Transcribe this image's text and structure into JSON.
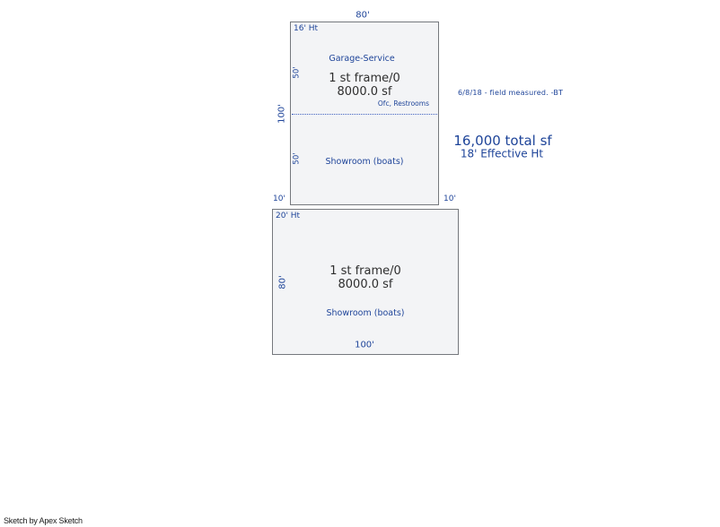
{
  "colors": {
    "accent_blue": "#1e4499",
    "text_dark": "#2e2e2e",
    "shape_fill": "#f3f4f6",
    "shape_border": "#75787d",
    "dashed_line_blue": "#4061c0"
  },
  "upper_building": {
    "top_width": "80'",
    "left_height": "100'",
    "wall_height_note": "16' Ht",
    "upper_area_use": "Garage-Service",
    "story_label": "1 st frame/0",
    "area_label": "8000.0 sf",
    "interior_note": "Ofc, Restrooms",
    "upper_segment_height": "50'",
    "lower_segment_height": "50'",
    "lower_area_use": "Showroom (boats)",
    "left_jog": "10'",
    "right_jog": "10'"
  },
  "lower_building": {
    "wall_height_note": "20' Ht",
    "left_height": "80'",
    "story_label": "1 st frame/0",
    "area_label": "8000.0 sf",
    "area_use": "Showroom (boats)",
    "bottom_width": "100'"
  },
  "notes": {
    "field_note": "6/8/18 - field measured. -BT",
    "total_area": "16,000 total sf",
    "effective_height": "18' Effective Ht"
  },
  "footer": {
    "credit": "Sketch by Apex Sketch"
  }
}
